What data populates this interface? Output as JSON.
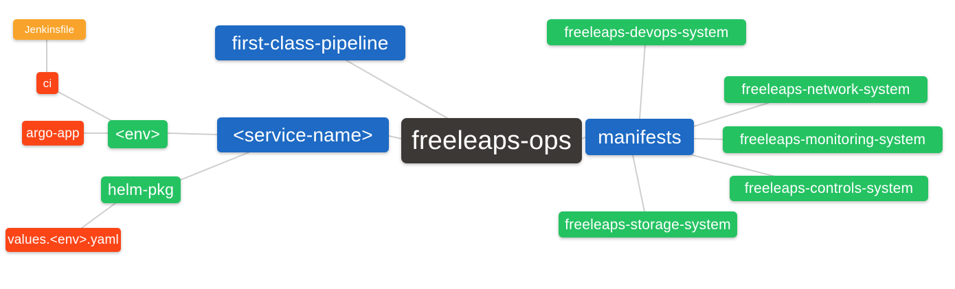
{
  "diagram": {
    "type": "mindmap",
    "root_label": "freeleaps-ops",
    "palette": {
      "blue": "#1e6ac4",
      "green": "#25c262",
      "red": "#fb4517",
      "orange": "#f8a42c",
      "dark": "#3c3836",
      "edge": "#cfcfcf",
      "text": "#ffffff"
    },
    "nodes": [
      {
        "id": "jenkinsfile",
        "label": "Jenkinsfile",
        "color": "orange"
      },
      {
        "id": "ci",
        "label": "ci",
        "color": "red"
      },
      {
        "id": "argo-app",
        "label": "argo-app",
        "color": "red"
      },
      {
        "id": "env",
        "label": "<env>",
        "color": "green"
      },
      {
        "id": "helm-pkg",
        "label": "helm-pkg",
        "color": "green"
      },
      {
        "id": "values-env-yaml",
        "label": "values.<env>.yaml",
        "color": "red"
      },
      {
        "id": "first-class-pipeline",
        "label": "first-class-pipeline",
        "color": "blue"
      },
      {
        "id": "service-name",
        "label": "<service-name>",
        "color": "blue"
      },
      {
        "id": "freeleaps-ops",
        "label": "freeleaps-ops",
        "color": "dark"
      },
      {
        "id": "manifests",
        "label": "manifests",
        "color": "blue"
      },
      {
        "id": "freeleaps-devops-system",
        "label": "freeleaps-devops-system",
        "color": "green"
      },
      {
        "id": "freeleaps-network-system",
        "label": "freeleaps-network-system",
        "color": "green"
      },
      {
        "id": "freeleaps-monitoring-system",
        "label": "freeleaps-monitoring-system",
        "color": "green"
      },
      {
        "id": "freeleaps-controls-system",
        "label": "freeleaps-controls-system",
        "color": "green"
      },
      {
        "id": "freeleaps-storage-system",
        "label": "freeleaps-storage-system",
        "color": "green"
      }
    ],
    "edges": [
      {
        "from": "ci",
        "to": "jenkinsfile"
      },
      {
        "from": "env",
        "to": "ci"
      },
      {
        "from": "env",
        "to": "argo-app"
      },
      {
        "from": "service-name",
        "to": "env"
      },
      {
        "from": "service-name",
        "to": "helm-pkg"
      },
      {
        "from": "helm-pkg",
        "to": "values-env-yaml"
      },
      {
        "from": "freeleaps-ops",
        "to": "service-name"
      },
      {
        "from": "freeleaps-ops",
        "to": "first-class-pipeline"
      },
      {
        "from": "freeleaps-ops",
        "to": "manifests"
      },
      {
        "from": "manifests",
        "to": "freeleaps-devops-system"
      },
      {
        "from": "manifests",
        "to": "freeleaps-network-system"
      },
      {
        "from": "manifests",
        "to": "freeleaps-monitoring-system"
      },
      {
        "from": "manifests",
        "to": "freeleaps-controls-system"
      },
      {
        "from": "manifests",
        "to": "freeleaps-storage-system"
      }
    ]
  }
}
